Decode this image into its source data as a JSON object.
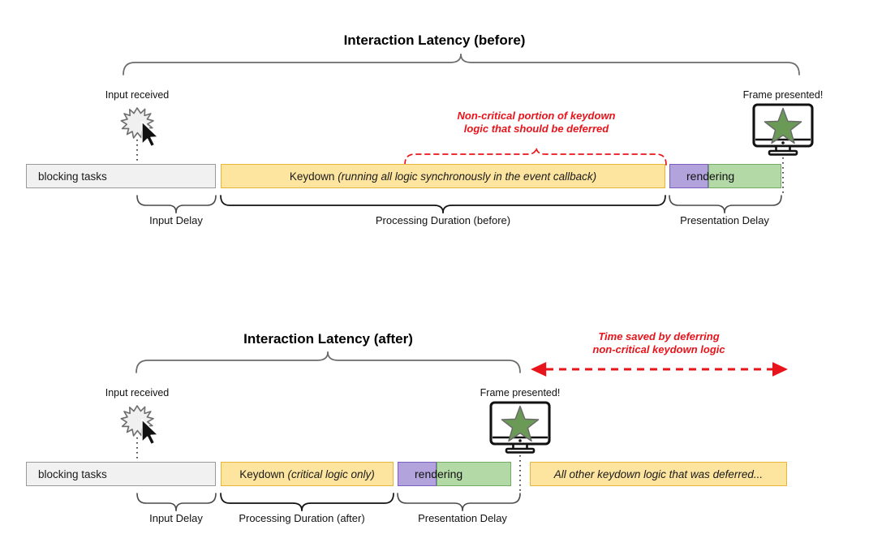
{
  "diagram": {
    "title_note": "Interaction latency breakdown before and after deferring non-critical keydown logic",
    "colors": {
      "blocking_fill": "#f1f1f1",
      "blocking_stroke": "#9a9a9a",
      "keydown_fill": "#fde5a0",
      "keydown_stroke": "#e8b53b",
      "purple_fill": "#b3a3dd",
      "purple_stroke": "#7a5fc0",
      "green_fill": "#b3d9a6",
      "green_stroke": "#74ab62",
      "annotation_red": "#e8141b",
      "brace_gray": "#6b6b6b",
      "star_green": "#6a9a55"
    }
  },
  "before": {
    "title": "Interaction Latency (before)",
    "input_label": "Input received",
    "frame_label": "Frame presented!",
    "annotation_line1": "Non-critical portion of keydown",
    "annotation_line2": "logic that should be deferred",
    "blocks": {
      "blocking": "blocking tasks",
      "keydown_main": "Keydown ",
      "keydown_italic": "(running all logic synchronously in the event callback)",
      "rendering": "rendering"
    },
    "phases": {
      "input_delay": "Input Delay",
      "processing": "Processing Duration (before)",
      "presentation": "Presentation Delay"
    }
  },
  "after": {
    "title": "Interaction Latency (after)",
    "input_label": "Input received",
    "frame_label": "Frame presented!",
    "annotation_line1": "Time saved by deferring",
    "annotation_line2": "non-critical keydown logic",
    "blocks": {
      "blocking": "blocking tasks",
      "keydown_main": "Keydown ",
      "keydown_italic": "(critical logic only)",
      "rendering": "rendering",
      "deferred": "All other keydown logic that was deferred..."
    },
    "phases": {
      "input_delay": "Input Delay",
      "processing": "Processing Duration (after)",
      "presentation": "Presentation Delay"
    }
  },
  "icons": {
    "cursor": "cursor-arrow-icon",
    "burst": "input-burst-icon",
    "monitor": "monitor-frame-icon",
    "star": "star-icon"
  }
}
